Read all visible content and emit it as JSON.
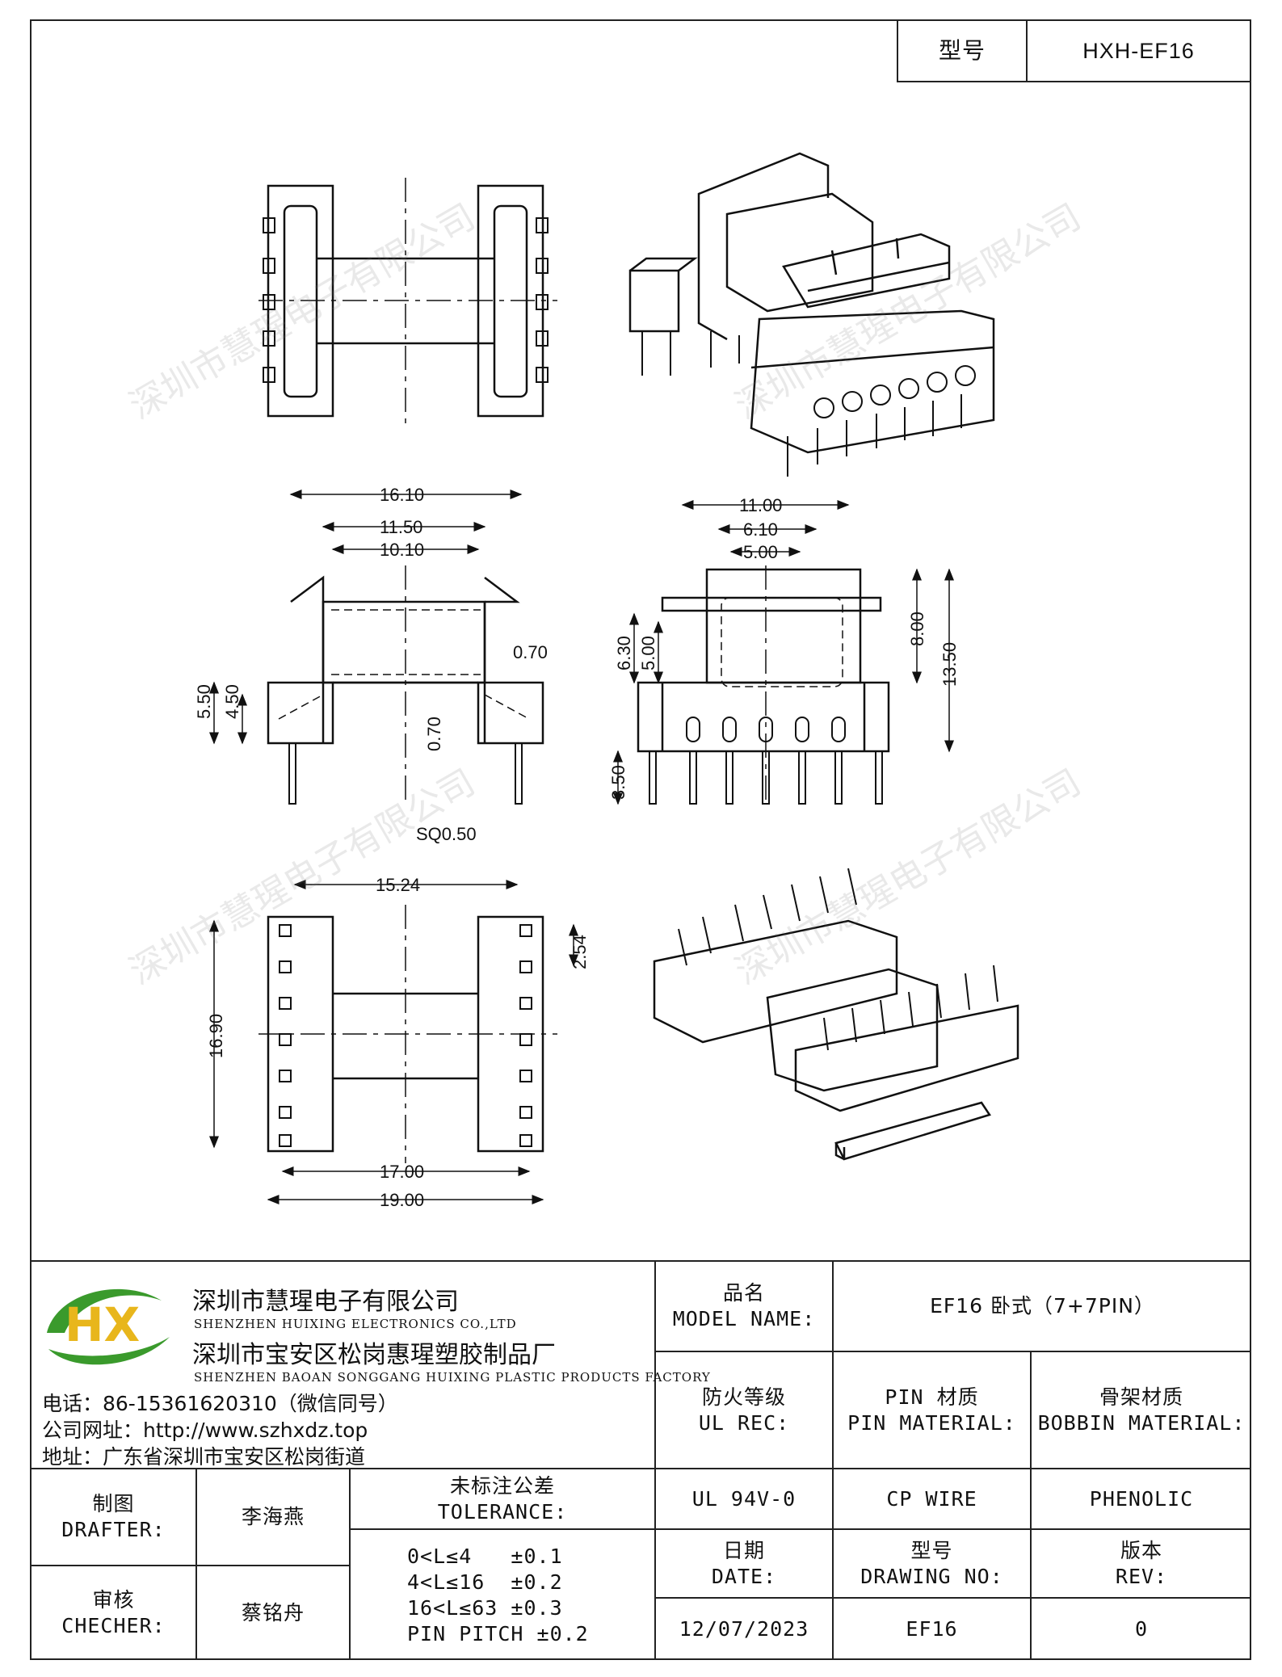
{
  "header": {
    "model_label": "型号",
    "model_value": "HXH-EF16"
  },
  "dimensions": {
    "side_top": [
      "16.10",
      "11.50",
      "10.10"
    ],
    "side_left": [
      "5.50",
      "4.50"
    ],
    "side_mid": [
      "0.70",
      "0.70"
    ],
    "side_pin": "SQ0.50",
    "front_top": [
      "11.00",
      "6.10",
      "5.00"
    ],
    "front_left": [
      "6.30",
      "5.00"
    ],
    "front_right": [
      "8.00",
      "13.50"
    ],
    "front_pin": "3.50",
    "bottom": [
      "15.24",
      "16.90",
      "2.54",
      "17.00",
      "19.00"
    ]
  },
  "watermark": "深圳市慧瑆电子有限公司",
  "company": {
    "logo_text": "HX",
    "name_cn": "深圳市慧瑆电子有限公司",
    "name_en": "SHENZHEN HUIXING ELECTRONICS CO.,LTD",
    "factory_cn": "深圳市宝安区松岗惠瑆塑胶制品厂",
    "factory_en": "SHENZHEN BAOAN SONGGANG HUIXING PLASTIC PRODUCTS FACTORY",
    "phone": "电话：86-15361620310（微信同号）",
    "website": "公司网址：http://www.szhxdz.top",
    "address": "地址：广东省深圳市宝安区松岗街道"
  },
  "table": {
    "model_name_cn": "品名",
    "model_name_en": "MODEL NAME:",
    "model_name_value": "EF16 卧式（7+7PIN）",
    "fire_cn": "防火等级",
    "fire_en": "UL REC:",
    "pin_cn": "PIN 材质",
    "pin_en": "PIN MATERIAL:",
    "bobbin_cn": "骨架材质",
    "bobbin_en": "BOBBIN MATERIAL:",
    "fire_value": "UL 94V-0",
    "pin_value": "CP WIRE",
    "bobbin_value": "PHENOLIC",
    "drafter_cn": "制图",
    "drafter_en": "DRAFTER:",
    "drafter_value": "李海燕",
    "checker_cn": "审核",
    "checker_en": "CHECHER:",
    "checker_value": "蔡铭舟",
    "tolerance_cn": "未标注公差",
    "tolerance_en": "TOLERANCE:",
    "tolerance_lines": [
      "0<L≤4   ±0.1",
      "4<L≤16  ±0.2",
      "16<L≤63 ±0.3",
      "PIN PITCH ±0.2"
    ],
    "date_cn": "日期",
    "date_en": "DATE:",
    "date_value": "12/07/2023",
    "drawing_cn": "型号",
    "drawing_en": "DRAWING NO:",
    "drawing_value": "EF16",
    "rev_cn": "版本",
    "rev_en": "REV:",
    "rev_value": "0"
  },
  "colors": {
    "logo_green": "#3a9a2c",
    "logo_yellow": "#e8b61c",
    "line": "#222222"
  }
}
